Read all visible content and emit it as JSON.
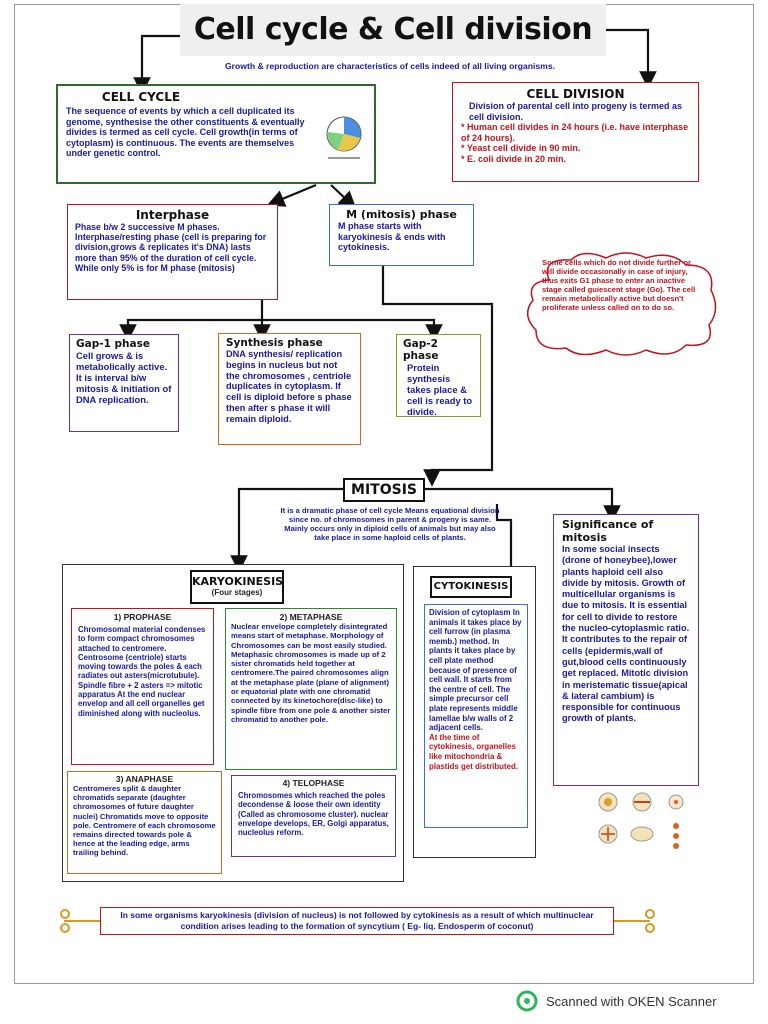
{
  "title": "Cell cycle & Cell division",
  "subtitle": "Growth & reproduction are characteristics of cells indeed of all living organisms.",
  "cell_cycle": {
    "heading": "CELL CYCLE",
    "text": "The sequence of events by which a cell duplicated its genome, synthesise the other constituents & eventually divides is termed as cell cycle. Cell growth(in terms of cytoplasm) is continuous. The events are themselves under genetic control."
  },
  "cell_division": {
    "heading": "CELL DIVISION",
    "text": "Division of parental cell into progeny is termed as cell division.",
    "facts": [
      "* Human cell divides in 24 hours (i.e. have interphase of 24 hours).",
      "* Yeast cell divide in 90 min.",
      "* E. coli divide in 20 min."
    ]
  },
  "interphase": {
    "heading": "Interphase",
    "text": "Phase b/w 2 successive M phases. Interphase/resting phase (cell is preparing for division,grows & replicates it's DNA) lasts more than 95% of the duration of cell cycle. While only 5% is for M phase (mitosis)"
  },
  "m_phase": {
    "heading": "M (mitosis) phase",
    "text": "M phase starts with karyokinesis & ends with cytokinesis."
  },
  "cloud_note": "Some cells which do not divide further or will divide occasionally in case of injury, thus exits G1 phase to enter an inactive stage called guiescent stage (Go). The cell remain metabolically active but doesn't proliferate unless called on to do so.",
  "gap1": {
    "heading": "Gap-1 phase",
    "text": "Cell grows & is metabolically active. It is interval b/w mitosis & initiation of DNA replication."
  },
  "synthesis": {
    "heading": "Synthesis phase",
    "text": "DNA synthesis/ replication begins in nucleus but not the chromosomes , centriole duplicates in cytoplasm. If cell is diploid before s phase then after s phase it will remain diploid."
  },
  "gap2": {
    "heading": "Gap-2 phase",
    "text": "Protein synthesis takes place & cell is ready to divide."
  },
  "mitosis": {
    "heading": "MITOSIS",
    "text": "It is a dramatic phase of cell cycle Means equational division since no. of chromosomes in parent & progeny is same. Mainly occurs only in diploid cells of animals but may also take place in some haploid cells of plants."
  },
  "significance": {
    "heading": "Significance of mitosis",
    "text": "In some social insects (drone of honeybee),lower plants haploid cell also divide by mitosis. Growth of multicellular organisms is due to mitosis. It is essential for cell to divide to restore the nucleo-cytoplasmic ratio. It contributes to the repair of cells (epidermis,wall of gut,blood cells continuously get replaced. Mitotic division in meristematic tissue(apical & lateral cambium) is responsible for continuous growth of plants."
  },
  "karyokinesis": {
    "heading": "KARYOKINESIS",
    "subheading": "(Four stages)",
    "prophase": {
      "heading": "1) PROPHASE",
      "text": "Chromosomal material condenses to form compact chromosomes attached to centromere. Centrosome (centriole) starts moving towards the poles & each radiates out asters(microtubule). Spindle fibre + 2 asters => mitotic apparatus At the end nuclear envelop and all cell organelles get diminished along with nucleolus."
    },
    "metaphase": {
      "heading": "2) METAPHASE",
      "text": "Nuclear envelope completely disintegrated means start of metaphase. Morphology of Chromosomes can be most easily studied. Metaphasic chromosomes is made up of 2 sister chromatids held together at centromere.The paired chromosomes align at the metaphase plate (plane of alignment) or equatorial plate with one chromatid connected by its kinetochore(disc-like) to spindle fibre from one pole & another sister chromatid to another pole."
    },
    "anaphase": {
      "heading": "3) ANAPHASE",
      "text": "Centromeres split & daughter chromatids separate (daughter chromosomes of future daughter nuclei) Chromatids move to opposite pole. Centromere of each chromosome remains directed towards pole & hence at the leading edge, arms trailing behind."
    },
    "telophase": {
      "heading": "4) TELOPHASE",
      "text": "Chromosomes which reached the poles decondense & loose their own identity (Called as chromosome cluster). nuclear envelope develops, ER, Golgi apparatus, nucleolus reform."
    }
  },
  "cytokinesis": {
    "heading": "CYTOKINESIS",
    "text": "Division of cytoplasm In animals it takes place by cell furrow (in plasma memb.) method. In plants it takes place by cell plate method because of presence of cell wall. It starts from the centre of cell. The simple precursor cell plate represents middle lamellae b/w walls of 2 adjacent cells.",
    "note": "At the time of cytokinesis, organelles like mitochondria & plastids get distributed."
  },
  "bottom_note": "In some organisms karyokinesis (division of nucleus) is not followed by cytokinesis as a result of which multinuclear condition arises leading to the formation of syncytium ( Eg- liq. Endosperm of coconut)",
  "footer": {
    "brand": "Scanned with OKEN Scanner"
  },
  "colors": {
    "blue_text": "#1a1a9c",
    "red_text": "#c0141c",
    "green_border": "#2f6b2f",
    "red_border": "#c0141c",
    "blue_border": "#3a6fd8",
    "purple_border": "#6a2fa0",
    "orange_border": "#d26a1e"
  }
}
